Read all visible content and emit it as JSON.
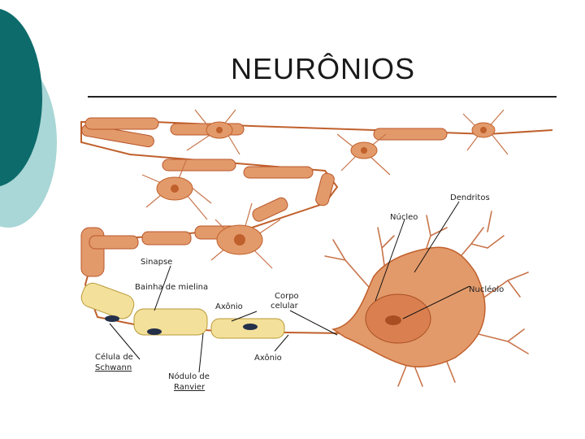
{
  "slide": {
    "title": "NEURÔNIOS",
    "accent_colors": {
      "dark_teal": "#0d6b6b",
      "light_teal": "#a9d6d6"
    }
  },
  "diagram": {
    "colors": {
      "neuron": "#e39a6a",
      "neuron_dark": "#c0602c",
      "myelin": "#f3e09a",
      "schwann_nucleus": "#24304a"
    },
    "labels": {
      "dendritos": "Dendritos",
      "nucleo": "Núcleo",
      "nucleolo": "Nucléolo",
      "sinapse": "Sinapse",
      "bainha": "Bainha de mielina",
      "axonio_1": "Axônio",
      "corpo_line1": "Corpo",
      "corpo_line2": "celular",
      "axonio_2": "Axônio",
      "celula_line1": "Célula de",
      "celula_line2": "Schwann",
      "nodulo_line1": "Nódulo de",
      "nodulo_line2": "Ranvier"
    }
  }
}
